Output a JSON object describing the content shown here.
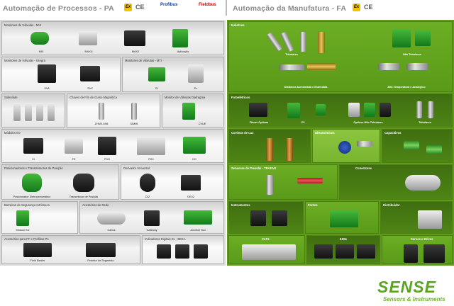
{
  "header": {
    "left_title": "Automação de Processos - PA",
    "right_title": "Automação da Manufatura - FA",
    "left_logos": [
      "Ex",
      "CE",
      "Profibus",
      "Fieldbus"
    ],
    "right_logos": [
      "Ex",
      "CE"
    ]
  },
  "left_sections": {
    "monitores_mini": {
      "title": "Monitores de Válvulas - MIX",
      "items": [
        "MIX",
        "MAXU",
        "MAX2",
        "Aplicação"
      ]
    },
    "monitores_integra": {
      "title": "Monitores de Válvulas - Integra",
      "items": [
        "SVA",
        "SVX"
      ]
    },
    "monitores_mti": {
      "title": "Monitores de Válvulas - MTI",
      "items": [
        "EI",
        "Ex"
      ]
    },
    "solenoide": {
      "title": "Solenóide"
    },
    "chaves_fim_curso": {
      "title": "Chaves de Fim de Curso Magnética",
      "items": [
        "ZHMX-MNI",
        "SIMMI"
      ]
    },
    "monitor_diafragma": {
      "title": "Monitor de Válvulas Diafragma",
      "items": [
        "CVUE"
      ]
    },
    "modulos_io": {
      "title": "Módulos I/O",
      "items": [
        "CI",
        "FE",
        "FDG",
        "FDX",
        "KO"
      ]
    },
    "posicionadores": {
      "title": "Posicionadores e Transmissores de Posição",
      "items": [
        "Posicionador Eletropneumático",
        "Transmissor de Posição"
      ]
    },
    "derivador": {
      "title": "Derivador Universal",
      "items": [
        "DI2",
        "DE02"
      ]
    },
    "barreiras": {
      "title": "Barreiras de Segurança Intrínseca",
      "items": [
        "Módulo KO"
      ]
    },
    "acessorios_rede": {
      "title": "Acessórios de Rede",
      "items": [
        "Cabos",
        "Gateway",
        "Junction Box"
      ]
    },
    "acessorios_pa": {
      "title": "Acessórios para FF e Profibus PA",
      "items": [
        "Field Barrier",
        "Protetor de Segmento"
      ]
    },
    "indicadores": {
      "title": "Indicadores Digitais Ex - BEKA"
    }
  },
  "right_sections": {
    "indutivos": {
      "title": "Indutivos",
      "items": [
        "Tubulares",
        "Não Tubulares",
        "Distância Aumentada e Estendida",
        "Alta Temperatura e Analógico"
      ]
    },
    "fotoeletricos": {
      "title": "Fotoelétricos",
      "items": [
        "Fibras Ópticas",
        "CX",
        "Ópticos Não Tubulares",
        "Tubulares"
      ]
    },
    "cortinas": {
      "title": "Cortinas de Luz"
    },
    "ultrassonicos": {
      "title": "Ultrassônicos"
    },
    "capacitivos": {
      "title": "Capacitivos"
    },
    "pressao": {
      "title": "Sensores de Pressão - TRAFAG"
    },
    "conectores": {
      "title": "Conectores"
    },
    "instrumentos": {
      "title": "Instrumentos"
    },
    "fontes": {
      "title": "Fontes"
    },
    "distribuidor": {
      "title": "Distribuidor"
    },
    "clps": {
      "title": "CLPs"
    },
    "ihms": {
      "title": "IHMs"
    },
    "servos": {
      "title": "Servos e Drives"
    }
  },
  "brand": {
    "name": "SENSE",
    "tagline": "Sensors & Instruments"
  },
  "colors": {
    "green_dark": "#3f6e10",
    "green_mid": "#5f9a1d",
    "green_light": "#8cc63f",
    "gray_panel": "#d9d9d9",
    "logo_green": "#5aa520"
  }
}
